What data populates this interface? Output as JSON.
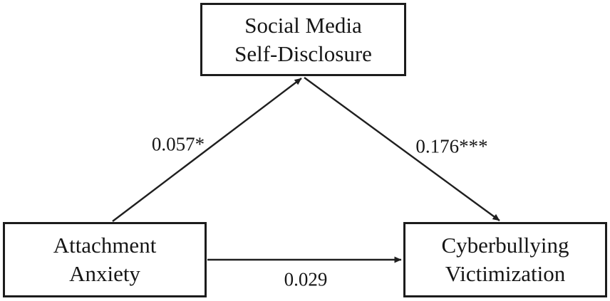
{
  "diagram": {
    "type": "mediation-path-model",
    "colors": {
      "background": "#ffffff",
      "line": "#1f1f1f",
      "border": "#1c1c1c",
      "text": "#161616"
    },
    "nodes": {
      "mediator": {
        "label": "Social Media\nSelf-Disclosure"
      },
      "predictor": {
        "label": "Attachment\nAnxiety"
      },
      "outcome": {
        "label": "Cyberbullying\nVictimization"
      }
    },
    "paths": {
      "a": {
        "from": "Attachment Anxiety",
        "to": "Social Media Self-Disclosure",
        "label": "0.057*"
      },
      "b": {
        "from": "Social Media Self-Disclosure",
        "to": "Cyberbullying Victimization",
        "label": "0.176***"
      },
      "c": {
        "from": "Attachment Anxiety",
        "to": "Cyberbullying Victimization",
        "label": "0.029"
      }
    }
  }
}
